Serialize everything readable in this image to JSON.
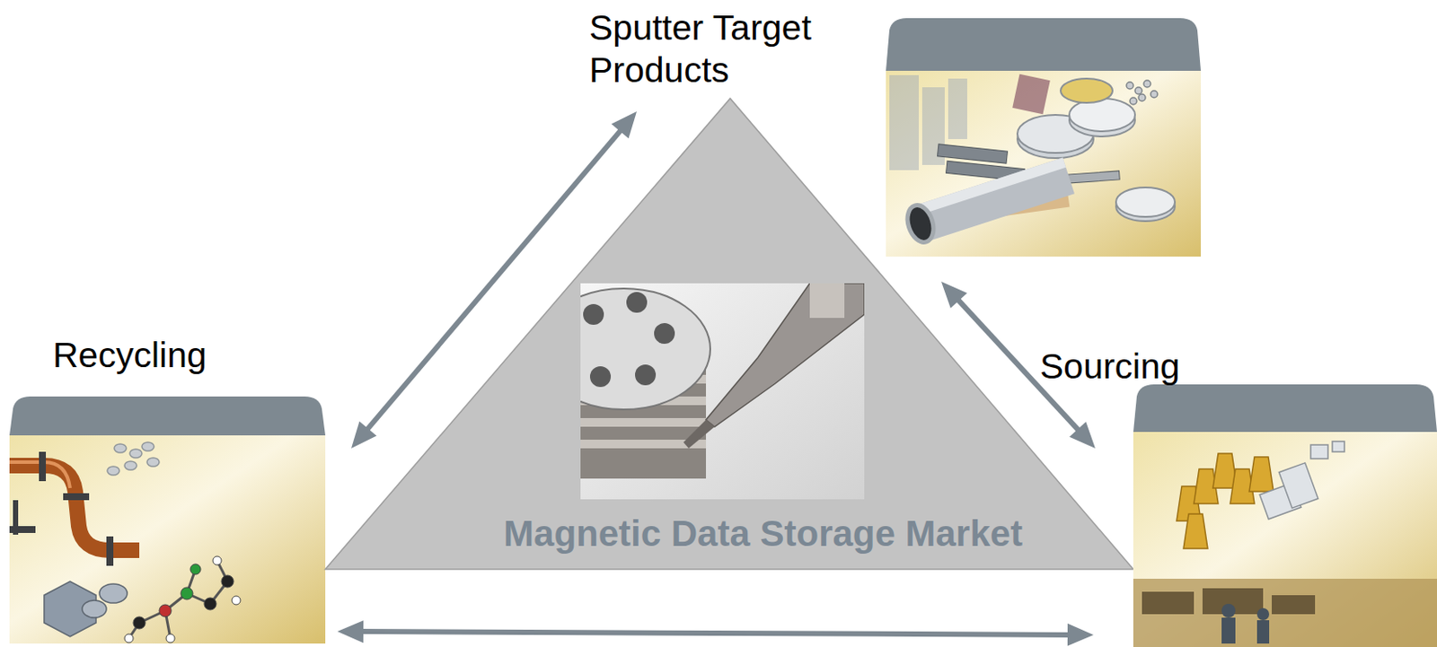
{
  "diagram": {
    "nodes": [
      {
        "text": [
          "Sputter Target Products"
        ]
      },
      {
        "text": [
          "Recycling"
        ]
      },
      {
        "text": [
          "Magnetic Data Storage Market"
        ]
      },
      {
        "text": [
          "Sourcing"
        ]
      }
    ],
    "edges": [
      {
        "from": 0,
        "to": 1,
        "arrow": "both"
      },
      {
        "from": 0,
        "to": 3,
        "arrow": "both"
      },
      {
        "from": 1,
        "to": 3,
        "arrow": "both"
      }
    ]
  }
}
